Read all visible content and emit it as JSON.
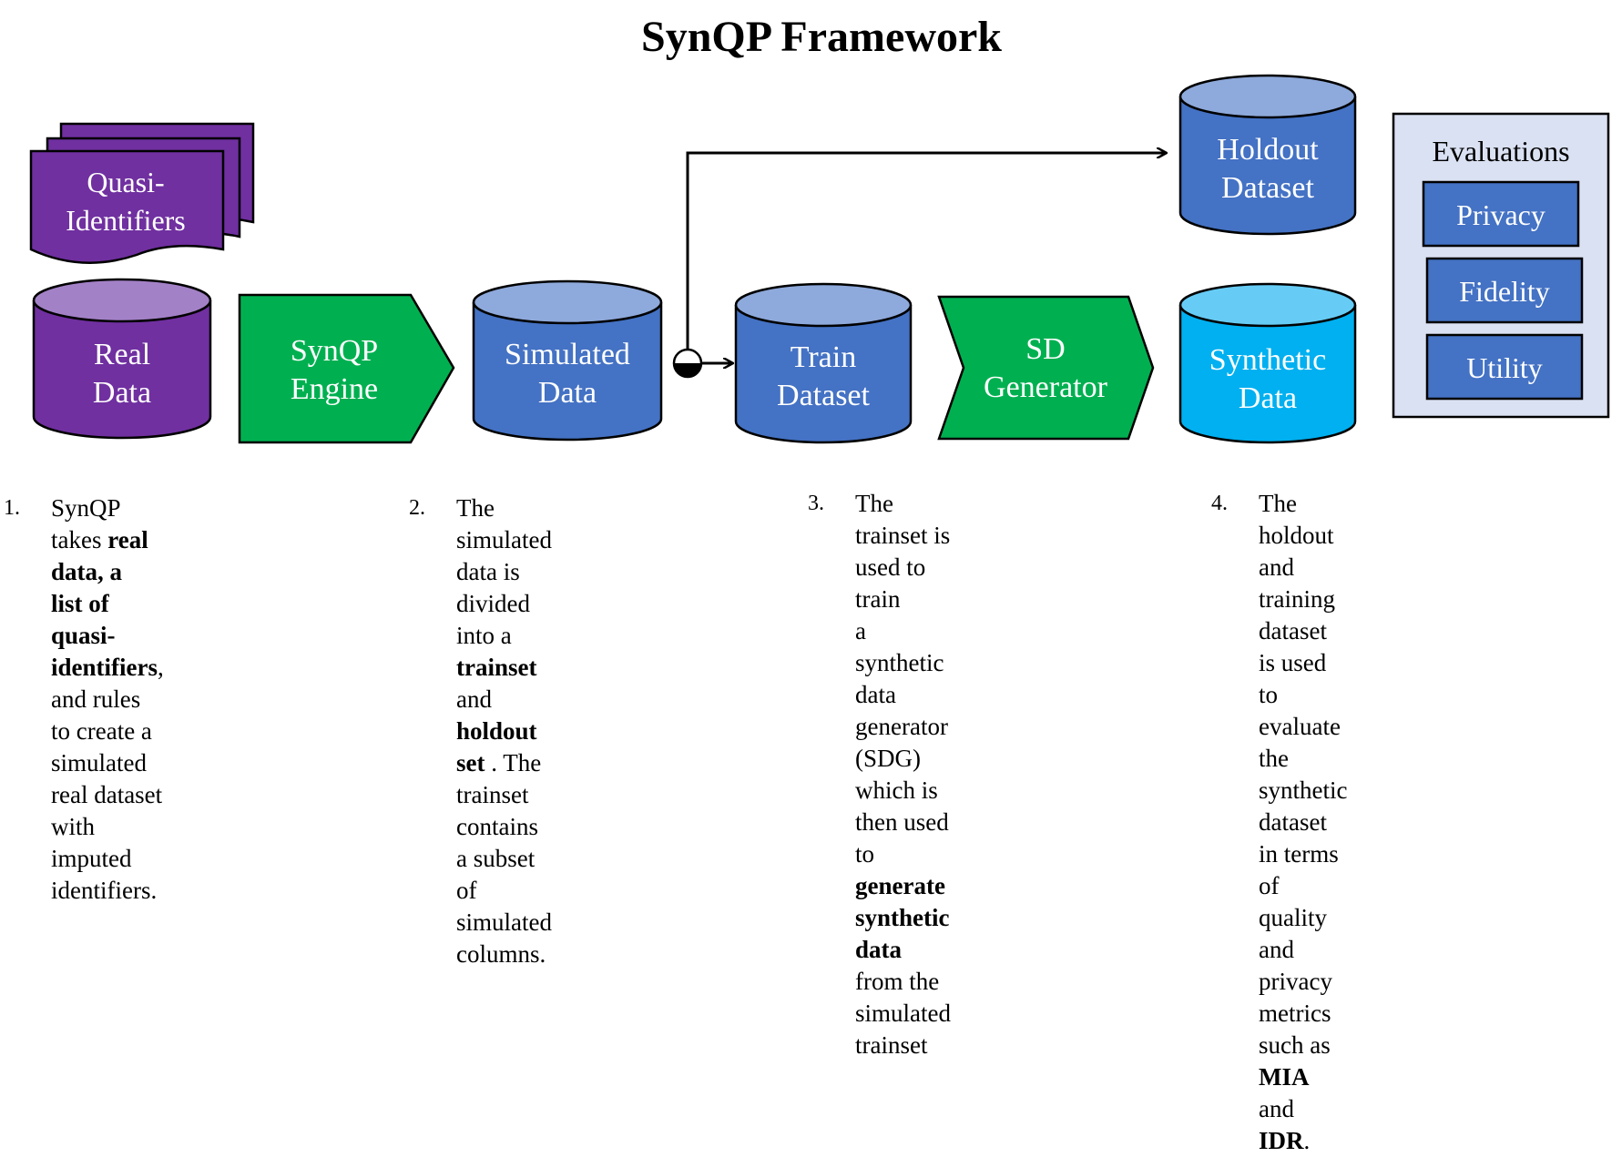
{
  "title": "SynQP Framework",
  "nodes": {
    "quasi_identifiers": [
      "Quasi-",
      "Identifiers"
    ],
    "real_data": [
      "Real",
      "Data"
    ],
    "synqp_engine": [
      "SynQP",
      "Engine"
    ],
    "simulated_data": [
      "Simulated",
      "Data"
    ],
    "train_dataset": [
      "Train",
      "Dataset"
    ],
    "sd_generator": [
      "SD",
      "Generator"
    ],
    "holdout_dataset": [
      "Holdout",
      "Dataset"
    ],
    "synthetic_data": [
      "Synthetic",
      "Data"
    ]
  },
  "evaluations": {
    "title": "Evaluations",
    "items": [
      "Privacy",
      "Fidelity",
      "Utility"
    ]
  },
  "colors": {
    "purple": "#7030a0",
    "purple_top": "#a381c7",
    "green": "#00b050",
    "blue": "#4472c4",
    "blue_top": "#8ea9db",
    "cyan": "#00b0f0",
    "cyan_top": "#66ccf5",
    "eval_bg": "#dae1f2"
  },
  "steps": [
    {
      "number": "1.",
      "lines": [
        [
          {
            "t": "SynQP takes "
          },
          {
            "t": "real data, a",
            "b": true
          }
        ],
        [
          {
            "t": "list of quasi-identifiers",
            "b": true
          },
          {
            "t": ","
          }
        ],
        [
          {
            "t": "and rules to create a"
          }
        ],
        [
          {
            "t": "simulated real dataset with"
          }
        ],
        [
          {
            "t": "imputed identifiers."
          }
        ]
      ]
    },
    {
      "number": "2.",
      "lines": [
        [
          {
            "t": "The simulated data is"
          }
        ],
        [
          {
            "t": "divided into a "
          },
          {
            "t": "trainset",
            "b": true
          },
          {
            "t": " and"
          }
        ],
        [
          {
            "t": "holdout set",
            "b": true
          },
          {
            "t": " . The trainset"
          }
        ],
        [
          {
            "t": "contains a subset of"
          }
        ],
        [
          {
            "t": "simulated columns."
          }
        ]
      ]
    },
    {
      "number": "3.",
      "lines": [
        [
          {
            "t": "The trainset is used to train"
          }
        ],
        [
          {
            "t": "a synthetic data generator"
          }
        ],
        [
          {
            "t": "(SDG) which is then used to"
          }
        ],
        [
          {
            "t": "generate synthetic data",
            "b": true
          }
        ],
        [
          {
            "t": "from the simulated trainset"
          }
        ]
      ]
    },
    {
      "number": "4.",
      "lines": [
        [
          {
            "t": "The holdout and training"
          }
        ],
        [
          {
            "t": "dataset is used to evaluate the"
          }
        ],
        [
          {
            "t": "synthetic dataset in terms of"
          }
        ],
        [
          {
            "t": "quality and privacy metrics"
          }
        ],
        [
          {
            "t": "such as "
          },
          {
            "t": "MIA",
            "b": true
          },
          {
            "t": " and "
          },
          {
            "t": "IDR",
            "b": true
          },
          {
            "t": "."
          }
        ]
      ]
    }
  ]
}
